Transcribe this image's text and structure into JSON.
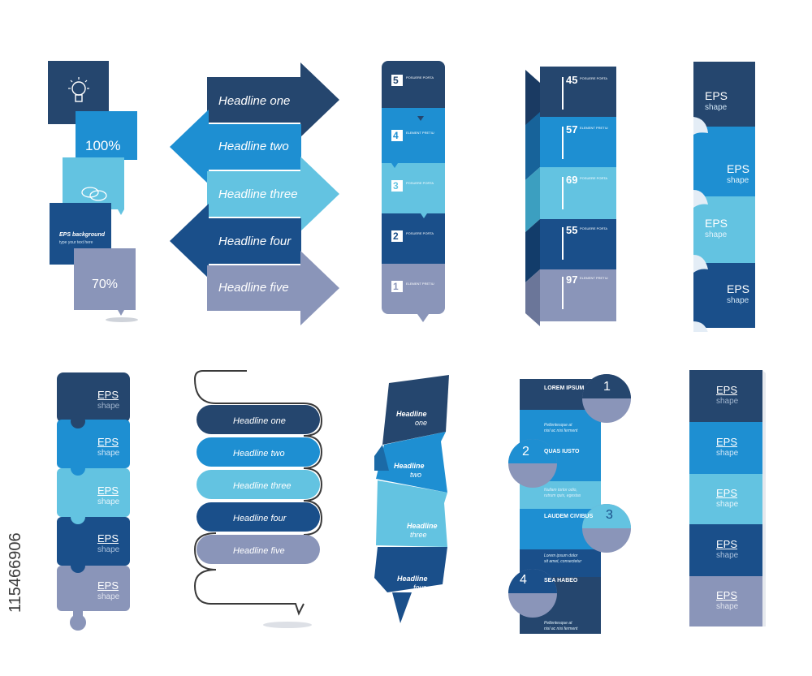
{
  "colors": {
    "dark": "#25466e",
    "mid": "#1e8fd2",
    "light": "#63c3e1",
    "navy": "#1a4f8a",
    "gray": "#8a95b9"
  },
  "g1": {
    "pct1": "100%",
    "eps_title": "EPS background",
    "eps_sub": "type your text here",
    "pct2": "70%"
  },
  "g2": {
    "items": [
      "Headline one",
      "Headline two",
      "Headline three",
      "Headline four",
      "Headline five"
    ]
  },
  "g3": {
    "nums": [
      "5",
      "4",
      "3",
      "2",
      "1"
    ],
    "labels": [
      "POSUERE PORTA",
      "ELEMENT PRETIU",
      "POSUERE PORTA",
      "POSUERE PORTA",
      "ELEMENT PRETIU"
    ]
  },
  "g4": {
    "nums": [
      "45",
      "57",
      "69",
      "55",
      "97"
    ],
    "labels": [
      "POSUERE PORTA",
      "ELEMENT PRETIU",
      "POSUERE PORTA",
      "POSUERE PORTA",
      "ELEMENT PRETIU"
    ]
  },
  "g5": {
    "items": [
      {
        "t": "EPS",
        "s": "shape"
      },
      {
        "t": "EPS",
        "s": "shape"
      },
      {
        "t": "EPS",
        "s": "shape"
      },
      {
        "t": "EPS",
        "s": "shape"
      }
    ]
  },
  "g6": {
    "items": [
      {
        "t": "EPS",
        "s": "shape"
      },
      {
        "t": "EPS",
        "s": "shape"
      },
      {
        "t": "EPS",
        "s": "shape"
      },
      {
        "t": "EPS",
        "s": "shape"
      },
      {
        "t": "EPS",
        "s": "shape"
      }
    ]
  },
  "g7": {
    "items": [
      "Headline one",
      "Headline two",
      "Headline three",
      "Headline four",
      "Headline  five"
    ]
  },
  "g8": {
    "items": [
      {
        "a": "Headline",
        "b": "one"
      },
      {
        "a": "Headline",
        "b": "two"
      },
      {
        "a": "Headline",
        "b": "three"
      },
      {
        "a": "Headline",
        "b": "four"
      }
    ]
  },
  "g9": {
    "items": [
      {
        "num": "1",
        "title": "LOREM IPSUM",
        "body1": "Pellentesque at",
        "body2": "nisl ac nisi ferment"
      },
      {
        "num": "2",
        "title": "QUAS IUSTO",
        "body1": "Nullam tortor odio,",
        "body2": "rutrum quis, egestas"
      },
      {
        "num": "3",
        "title": "LAUDEM CIVIBUS",
        "body1": "Lorem ipsum dolor",
        "body2": "sit amet, consectetur"
      },
      {
        "num": "4",
        "title": "SEA HABEO",
        "body1": "Pellentesque at",
        "body2": "nisl ac nisi ferment"
      }
    ]
  },
  "g10": {
    "items": [
      {
        "t": "EPS",
        "s": "shape"
      },
      {
        "t": "EPS",
        "s": "shape"
      },
      {
        "t": "EPS",
        "s": "shape"
      },
      {
        "t": "EPS",
        "s": "shape"
      },
      {
        "t": "EPS",
        "s": "shape"
      }
    ]
  },
  "watermark": "115466906"
}
